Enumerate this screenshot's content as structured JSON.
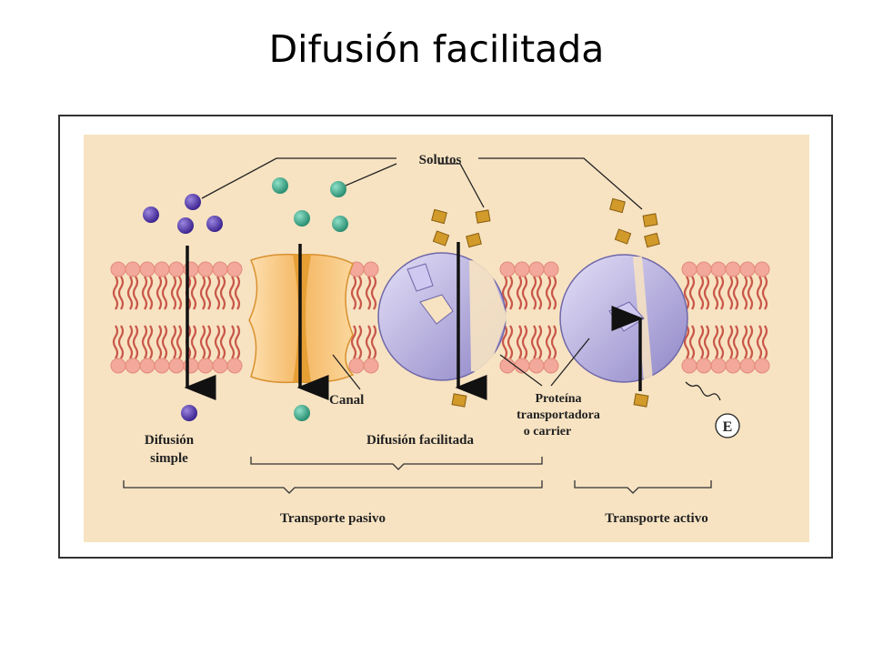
{
  "slide": {
    "title": "Difusión facilitada"
  },
  "diagram": {
    "labels": {
      "solutos": "Solutos",
      "difusion_simple_line1": "Difusión",
      "difusion_simple_line2": "simple",
      "canal": "Canal",
      "difusion_facilitada": "Difusión facilitada",
      "proteina_line1": "Proteína",
      "proteina_line2": "transportadora",
      "proteina_line3": "o carrier",
      "energia": "E",
      "transporte_pasivo": "Transporte pasivo",
      "transporte_activo": "Transporte activo"
    },
    "colors": {
      "background": "#f7e3c2",
      "lipid_head": "#f2a89a",
      "lipid_tail": "#c9574a",
      "purple_solute": "#5a3fa8",
      "teal_solute": "#3aa88e",
      "gold_solute": "#d19a2a",
      "channel": "#f6c27a",
      "channel_core": "#e39a2b",
      "carrier": "#b7b0e0"
    }
  }
}
